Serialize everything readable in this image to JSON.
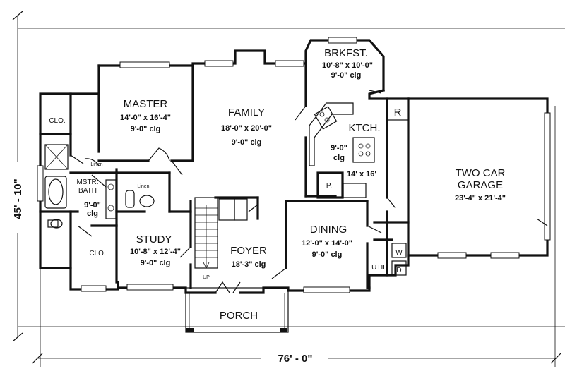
{
  "dimensions": {
    "overall_width": "76' - 0\"",
    "overall_depth": "45' - 10\""
  },
  "rooms": {
    "brkfst": {
      "name": "BRKFST.",
      "size": "10'-8\" x 10'-0\"",
      "clg": "9'-0\" clg"
    },
    "master": {
      "name": "MASTER",
      "size": "14'-0\" x 16'-4\"",
      "clg": "9'-0\" clg"
    },
    "family": {
      "name": "FAMILY",
      "size": "18'-0\" x 20'-0\"",
      "clg": "9'-0\" clg"
    },
    "ktch": {
      "name": "KTCH.",
      "clg1": "9'-0\"",
      "clg2": "clg",
      "size": "14' x 16'"
    },
    "garage": {
      "name1": "TWO CAR",
      "name2": "GARAGE",
      "size": "23'-4\" x 21'-4\""
    },
    "mstr_bath": {
      "name1": "MSTR.",
      "name2": "BATH",
      "clg1": "9'-0\"",
      "clg2": "clg"
    },
    "study": {
      "name": "STUDY",
      "size": "10'-8\" x 12'-4\"",
      "clg": "9'-0\" clg"
    },
    "foyer": {
      "name": "FOYER",
      "clg": "18'-3\" clg"
    },
    "dining": {
      "name": "DINING",
      "size": "12'-0\" x 14'-0\"",
      "clg": "9'-0\" clg"
    },
    "porch": {
      "name": "PORCH"
    }
  },
  "labels": {
    "clo_top": "CLO.",
    "clo_bottom": "CLO.",
    "linen_bath": "Linen",
    "linen_hall": "Linen",
    "pantry": "P.",
    "refrigerator": "R",
    "util": "UTIL",
    "washer": "W",
    "dryer": "D",
    "stair_up": "UP"
  }
}
